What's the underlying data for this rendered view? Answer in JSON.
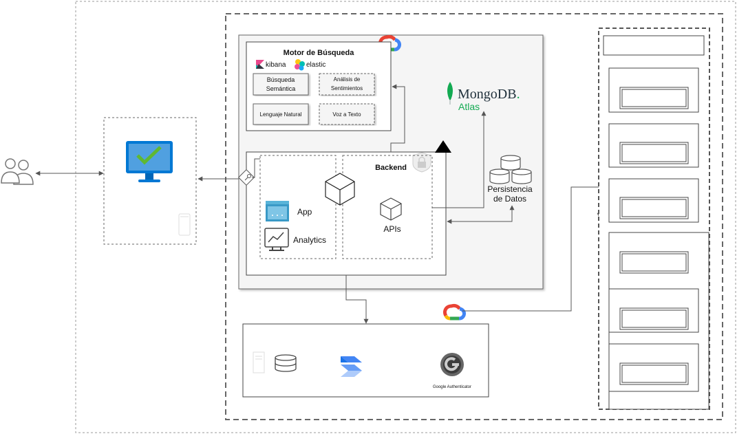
{
  "search_engine": {
    "title": "Motor de Búsqueda",
    "kibana_label": "kibana",
    "elastic_label": "elastic",
    "modules": [
      {
        "line1": "Búsqueda",
        "line2": "Semántica"
      },
      {
        "line1": "Análisis de",
        "line2": "Sentimientos"
      },
      {
        "line1": "Lenguaje Natural",
        "line2": ""
      },
      {
        "line1": "Voz a Texto",
        "line2": ""
      }
    ]
  },
  "mongodb": {
    "name": "MongoDB",
    "suffix": ".",
    "product": "Atlas"
  },
  "persistence": {
    "line1": "Persistencia",
    "line2": "de Datos"
  },
  "app_section": {
    "app_label": "App",
    "analytics_label": "Analytics"
  },
  "backend": {
    "title": "Backend",
    "apis_label": "APIs"
  },
  "google_services": {
    "authenticator_label": "Google Authenticator"
  },
  "colors": {
    "azure_blue": "#0078d4",
    "check_green": "#5fb832",
    "mongo_green": "#13aa52",
    "mongo_text": "#21313c",
    "gcp_blue": "#4285f4",
    "gcp_red": "#ea4335",
    "gcp_yellow": "#fbbc05",
    "gcp_green": "#34a853",
    "line": "#555555"
  }
}
